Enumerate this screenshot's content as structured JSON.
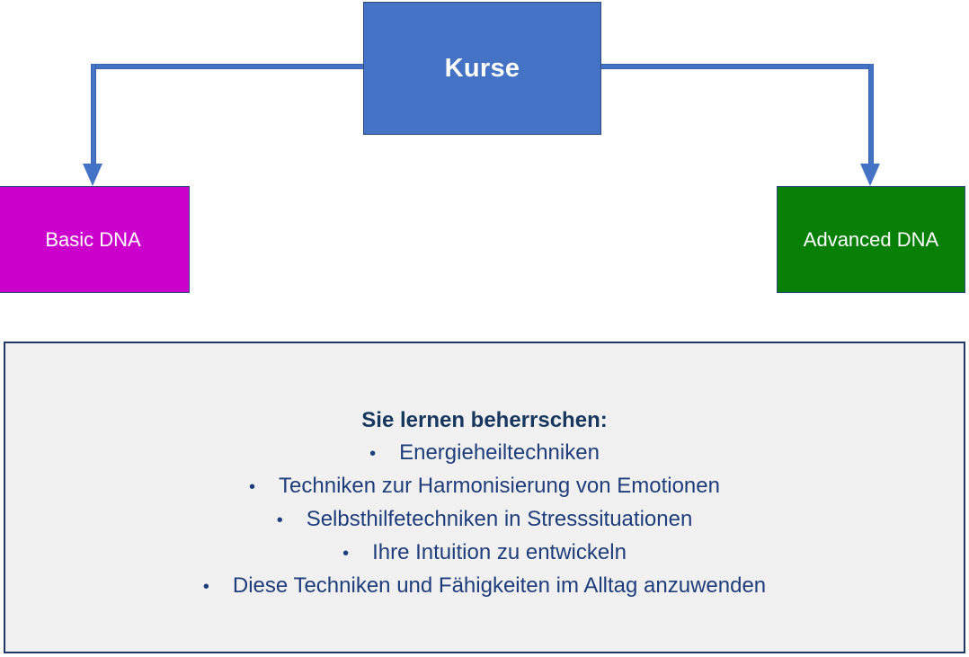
{
  "diagram": {
    "root": {
      "label": "Kurse",
      "color": "#4472C4",
      "text_color": "#FFFFFF"
    },
    "children": [
      {
        "label": "Basic DNA",
        "color": "#CC00CC",
        "text_color": "#FFFFFF"
      },
      {
        "label": "Advanced DNA",
        "color": "#088008",
        "text_color": "#FFFFFF"
      }
    ],
    "connector_color": "#4472C4"
  },
  "panel": {
    "background": "#F0F0F0",
    "border_color": "#1F3864",
    "text_color": "#17375E",
    "title": "Sie lernen beherrschen:",
    "bullet_glyph": "•",
    "bullets": [
      "Energieheiltechniken",
      "Techniken zur Harmonisierung von Emotionen",
      "Selbsthilfetechniken in Stresssituationen",
      "Ihre Intuition zu entwickeln",
      "Diese Techniken und Fähigkeiten im Alltag anzuwenden"
    ]
  }
}
